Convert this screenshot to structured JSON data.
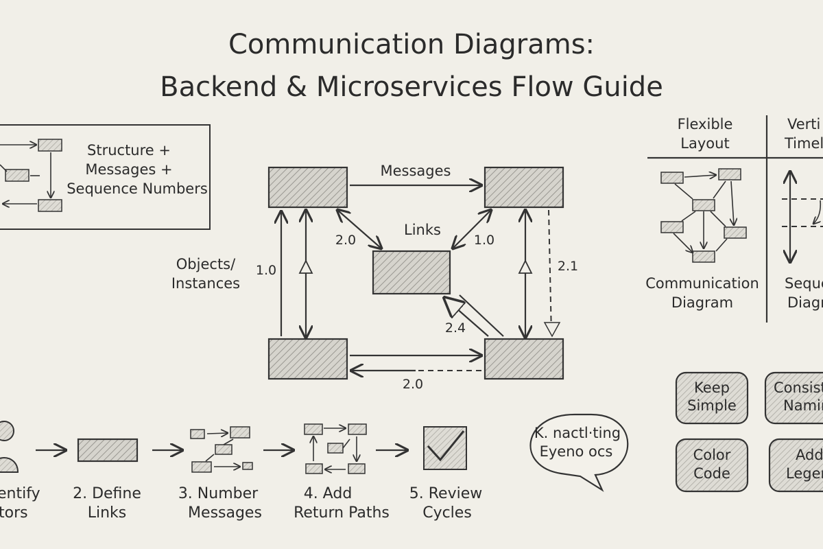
{
  "title": {
    "line1": "Communication Diagrams:",
    "line2": "Backend & Microservices Flow Guide"
  },
  "legend_box": {
    "lines": [
      "Structure +",
      "Messages +",
      "Sequence Numbers"
    ]
  },
  "main_diagram": {
    "label_messages": "Messages",
    "label_links": "Links",
    "label_objects": [
      "Objects/",
      "Instances"
    ],
    "seq": {
      "left_vertical": "1.0",
      "top_left_link": "2.0",
      "top_right_link": "1.0",
      "right_dashed": "2.1",
      "bottom_right_link": "2.4",
      "bottom_return": "2.0"
    }
  },
  "comparison": {
    "left_header": [
      "Flexible",
      "Layout"
    ],
    "right_header": [
      "Verti",
      "Timel"
    ],
    "left_caption": [
      "Communication",
      "Diagram"
    ],
    "right_caption": [
      "Seque",
      "Diagra"
    ]
  },
  "tips": [
    {
      "lines": [
        "Keep",
        "Simple"
      ]
    },
    {
      "lines": [
        "Consist",
        "Namin"
      ]
    },
    {
      "lines": [
        "Color",
        "Code"
      ]
    },
    {
      "lines": [
        "Add",
        "Legen"
      ]
    }
  ],
  "steps": [
    {
      "lines": [
        "entify",
        "tors"
      ]
    },
    {
      "lines": [
        "2. Define",
        "Links"
      ]
    },
    {
      "lines": [
        "3. Number",
        "Messages"
      ]
    },
    {
      "lines": [
        "4. Add",
        "Return Paths"
      ]
    },
    {
      "lines": [
        "5. Review",
        "Cycles"
      ]
    }
  ],
  "speech_bubble": {
    "lines": [
      "K. nactl·ting",
      "Eyeno ocs"
    ]
  }
}
